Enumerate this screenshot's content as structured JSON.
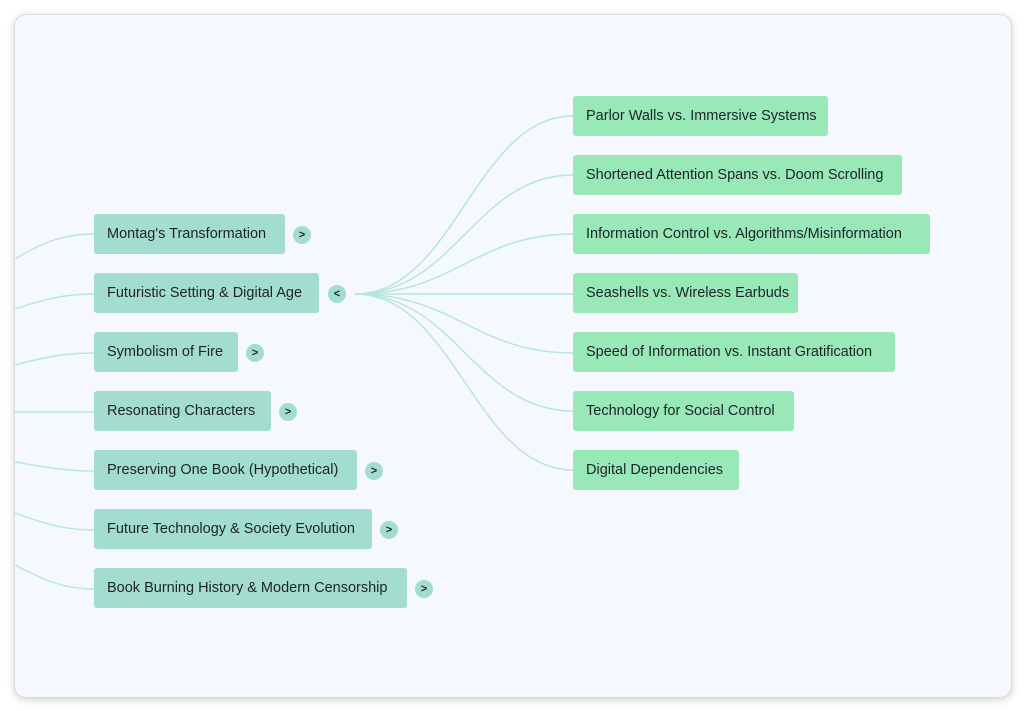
{
  "colors": {
    "branch": "#a3ddcd",
    "leaf": "#98e8b8",
    "link": "#b5e6d4",
    "canvas": "#f5f8fe"
  },
  "branches": [
    {
      "label": "Montag's Transformation",
      "toggle": ">"
    },
    {
      "label": "Futuristic Setting & Digital Age",
      "toggle": "<"
    },
    {
      "label": "Symbolism of Fire",
      "toggle": ">"
    },
    {
      "label": "Resonating Characters",
      "toggle": ">"
    },
    {
      "label": "Preserving One Book (Hypothetical)",
      "toggle": ">"
    },
    {
      "label": "Future Technology & Society Evolution",
      "toggle": ">"
    },
    {
      "label": "Book Burning History & Modern Censorship",
      "toggle": ">"
    }
  ],
  "leaves": [
    {
      "label": "Parlor Walls vs. Immersive Systems"
    },
    {
      "label": "Shortened Attention Spans vs. Doom Scrolling"
    },
    {
      "label": "Information Control vs. Algorithms/Misinformation"
    },
    {
      "label": "Seashells vs. Wireless Earbuds"
    },
    {
      "label": "Speed of Information vs. Instant Gratification"
    },
    {
      "label": "Technology for Social Control"
    },
    {
      "label": "Digital Dependencies"
    }
  ]
}
